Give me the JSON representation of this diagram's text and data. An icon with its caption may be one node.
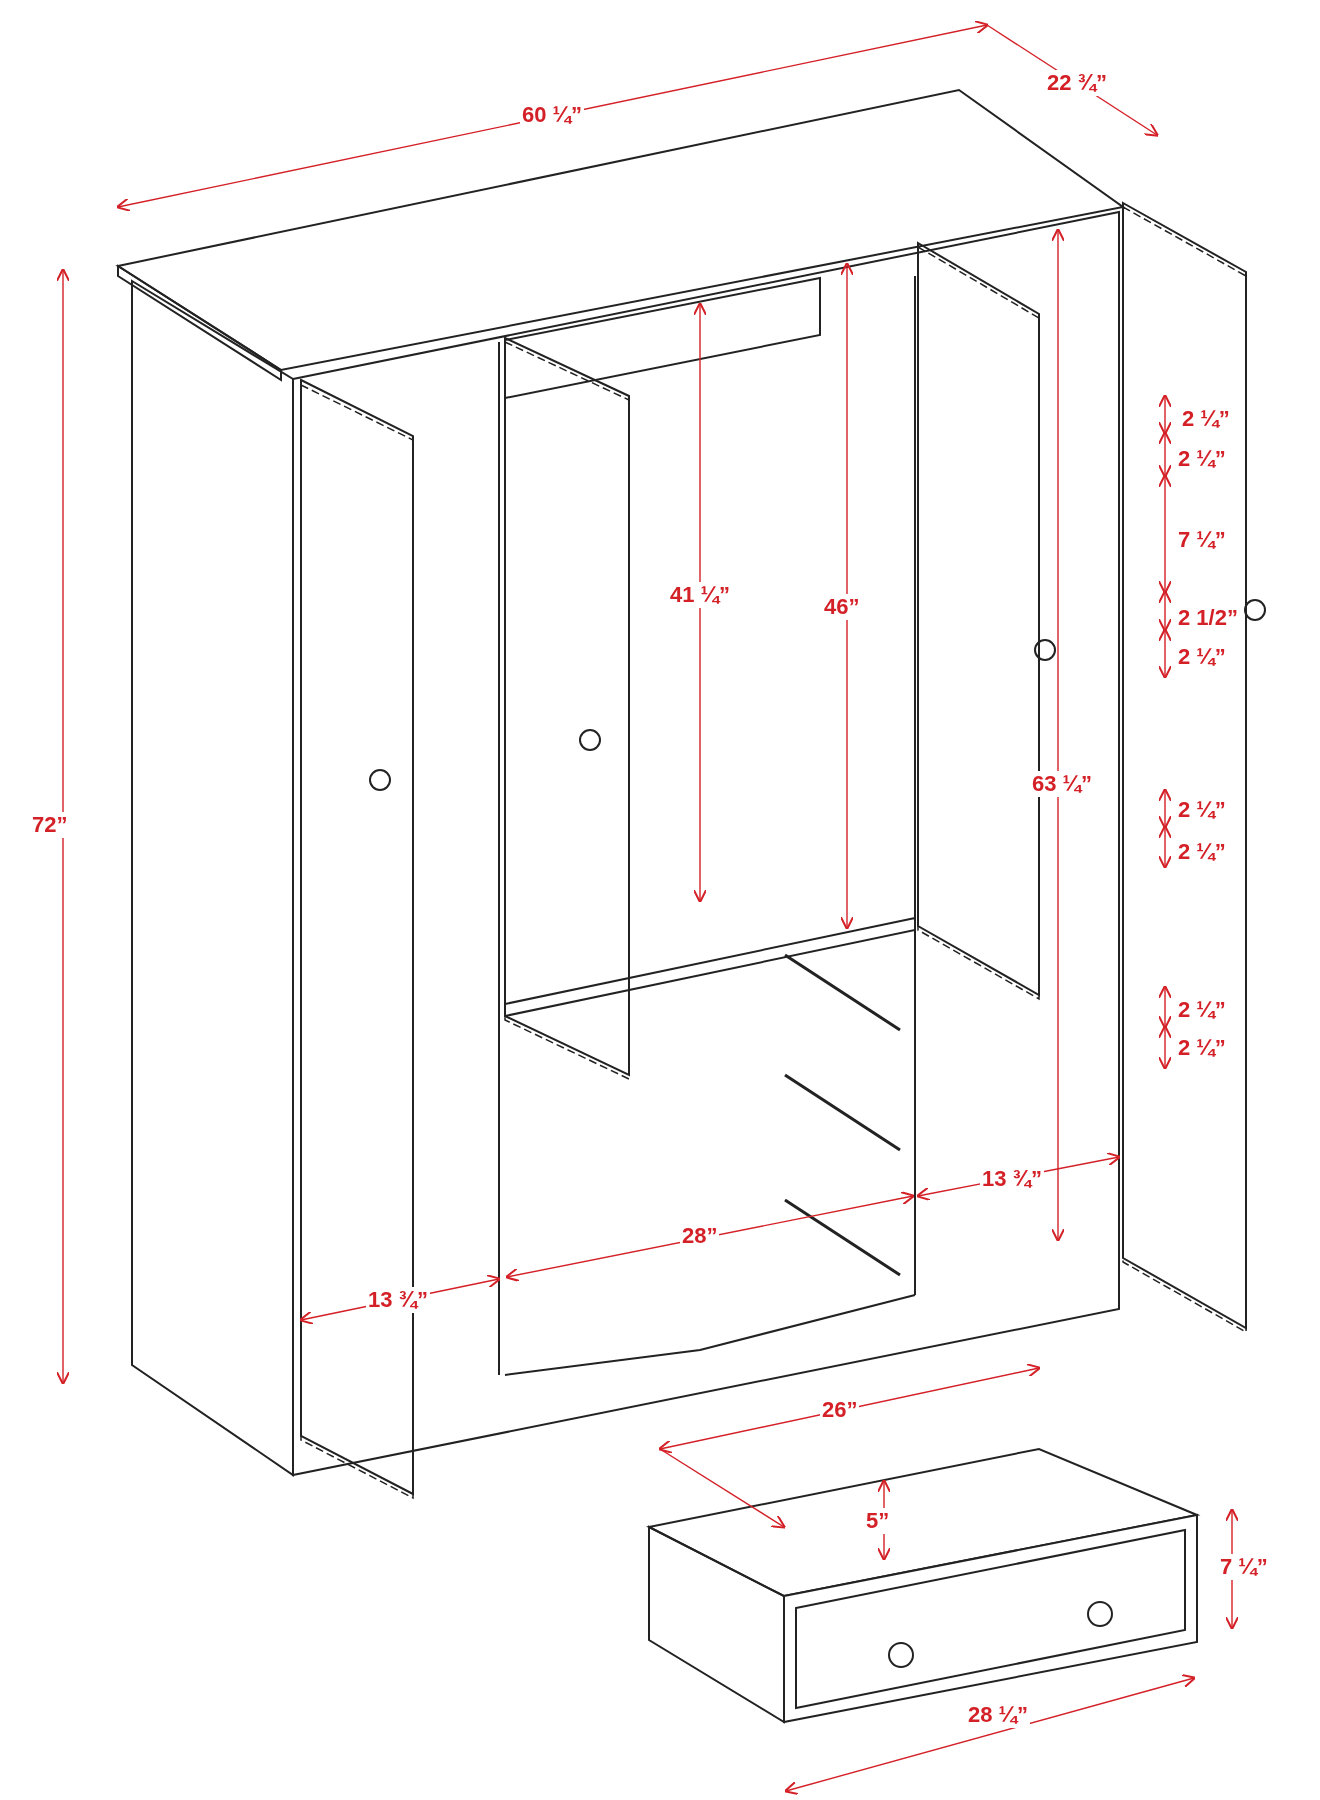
{
  "diagram": {
    "labels": [
      "60 ¼”",
      "22 ¾”",
      "72”",
      "2 ¼”",
      "2 ¼”",
      "7 ¼”",
      "41 ¼”",
      "46”",
      "2 1/2”",
      "2 ¼”",
      "63 ¼”",
      "2 ¼”",
      "2 ¼”",
      "2 ¼”",
      "2 ¼”",
      "13 ¾”",
      "28”",
      "13 ¾”",
      "26”",
      "5”",
      "7 ¼”",
      "28 ¼”"
    ]
  }
}
